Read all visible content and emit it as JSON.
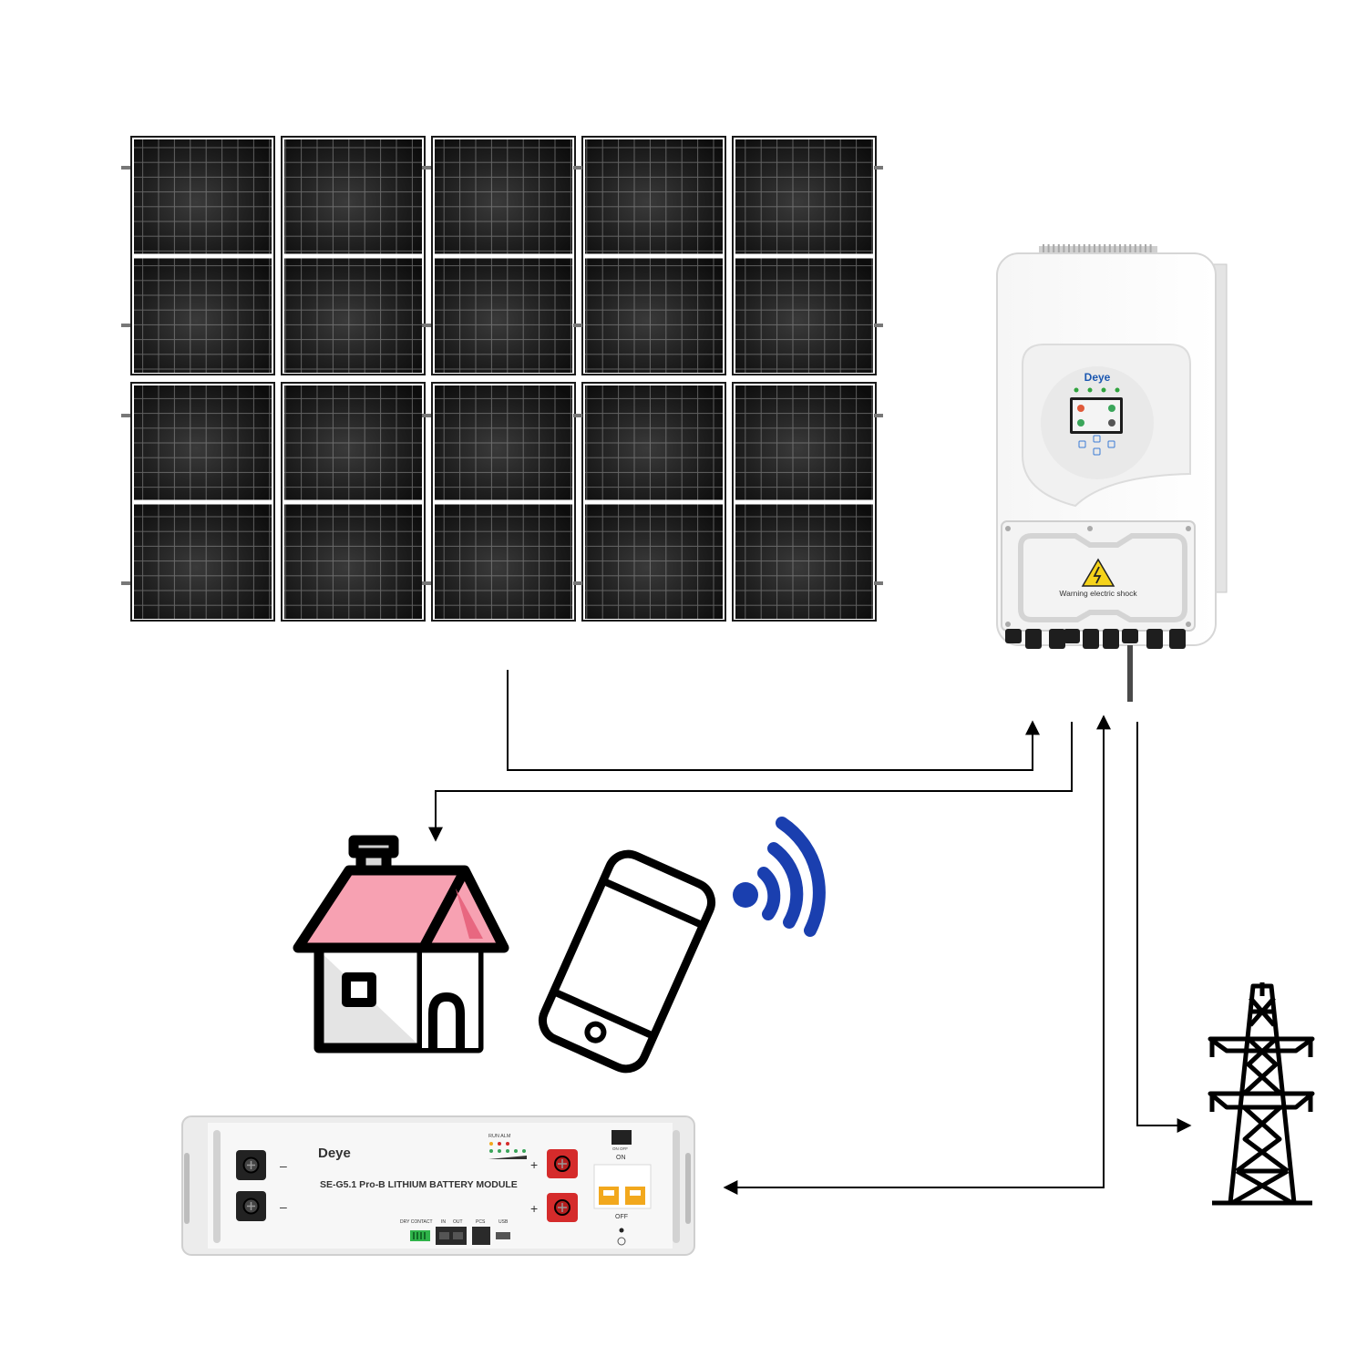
{
  "solar_array": {
    "panel_count": 10,
    "rows": 2,
    "columns": 5
  },
  "inverter": {
    "brand": "Deye",
    "warning_label": "Warning electric shock"
  },
  "battery": {
    "brand": "Deye",
    "model_label": "SE-G5.1 Pro-B  LITHIUM BATTERY MODULE",
    "status_leds_label": "RUN ALM",
    "switch_label": "ON OFF",
    "breaker_on_label": "ON",
    "breaker_off_label": "OFF",
    "port_dry_contact": "DRY CONTACT",
    "port_in": "IN",
    "port_out": "OUT",
    "port_pcs": "PCS",
    "port_usb": "USB",
    "minus_sign": "–",
    "plus_sign": "+"
  },
  "icons": {
    "house": "house-icon",
    "phone": "smartphone-icon",
    "wifi": "wireless-signal-icon",
    "grid": "power-pylon-icon"
  },
  "colors": {
    "roof": "#f7a1b2",
    "house_wall": "#e4e4e4",
    "wifi": "#1a3faf",
    "connector_red": "#d52b2b",
    "breaker_orange": "#f2a81d",
    "panel_cell": "#1a1a1a",
    "line": "#000000"
  }
}
